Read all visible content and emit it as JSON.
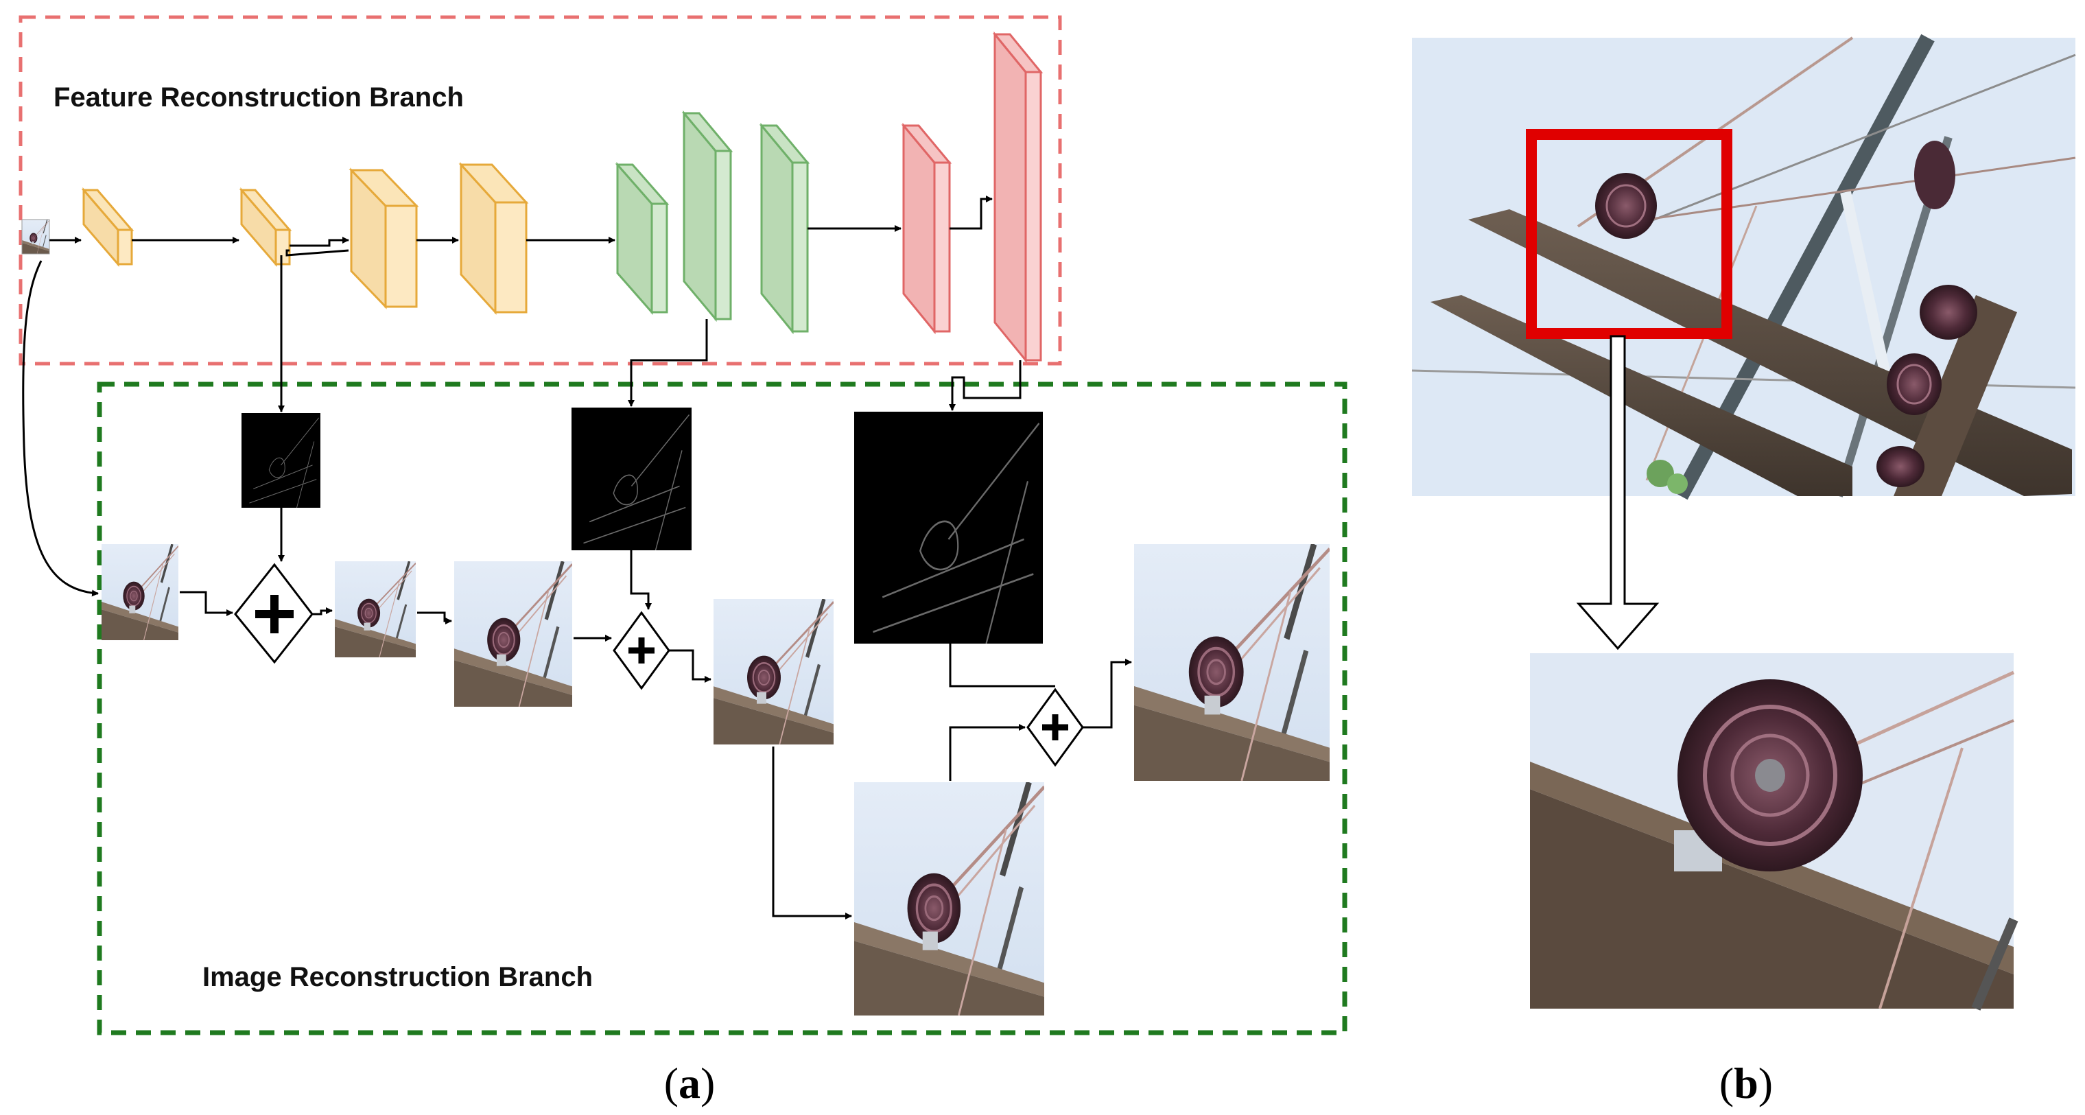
{
  "panel_a": {
    "label_open": "(",
    "label_letter": "a",
    "label_close": ")",
    "feature_branch": {
      "title": "Feature Reconstruction Branch",
      "border_color": "#e87070"
    },
    "image_branch": {
      "title": "Image Reconstruction Branch",
      "border_color": "#1f7a1f"
    },
    "layer_colors": {
      "orange": {
        "front": "#f7dca8",
        "side": "#fde9c2",
        "top": "#fbe5b8",
        "stroke": "#e6a93a"
      },
      "green": {
        "front": "#b9d9b3",
        "side": "#d4ead0",
        "top": "#c9e3c4",
        "stroke": "#6fb069"
      },
      "red": {
        "front": "#f2b3b3",
        "side": "#fad2d2",
        "top": "#f6c4c4",
        "stroke": "#e06666"
      }
    },
    "operations": [
      {
        "name": "add-operator-1",
        "symbol": "+"
      },
      {
        "name": "add-operator-2",
        "symbol": "+"
      },
      {
        "name": "add-operator-3",
        "symbol": "+"
      }
    ]
  },
  "panel_b": {
    "label_open": "(",
    "label_letter": "b",
    "label_close": ")",
    "highlight_color": "#e00000",
    "description_icon": "zoom-in-arrow-icon"
  }
}
